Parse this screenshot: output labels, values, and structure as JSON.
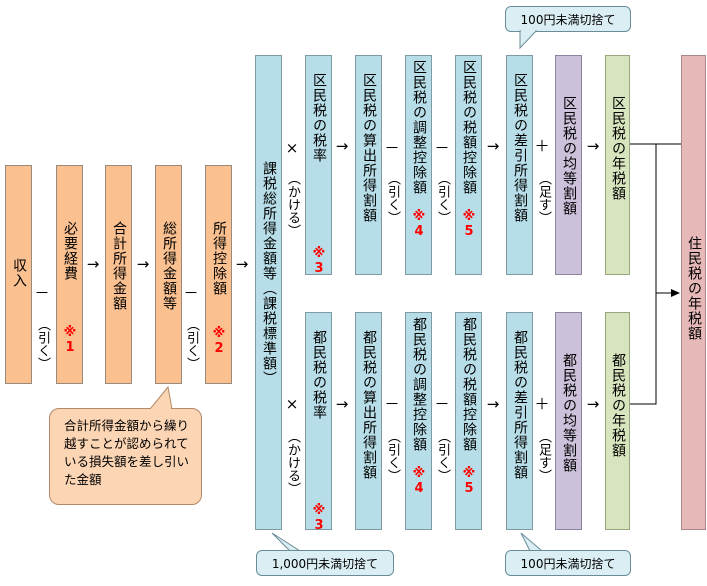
{
  "boxes": {
    "income": "収入",
    "expenses": "必要経費",
    "total_income": "合計所得金額",
    "gross_income": "総所得金額等",
    "deductions": "所得控除額",
    "taxable": "課税総所得金額等（課税標準額）",
    "ward_rate": "区民税の税率",
    "ward_calc": "区民税の算出所得割額",
    "ward_adjust": "区民税の調整控除額",
    "ward_credit": "区民税の税額控除額",
    "ward_net": "区民税の差引所得割額",
    "ward_flat": "区民税の均等割額",
    "ward_annual": "区民税の年税額",
    "metro_rate": "都民税の税率",
    "metro_calc": "都民税の算出所得割額",
    "metro_adjust": "都民税の調整控除額",
    "metro_credit": "都民税の税額控除額",
    "metro_net": "都民税の差引所得割額",
    "metro_flat": "都民税の均等割額",
    "metro_annual": "都民税の年税額",
    "resident_annual": "住民税の年税額"
  },
  "notes": {
    "n1": "※1",
    "n2": "※2",
    "n3": "※3",
    "n4": "※4",
    "n5": "※5"
  },
  "operators": {
    "minus": "－",
    "times": "×",
    "plus": "＋",
    "arrow": "→"
  },
  "labels": {
    "subtract": "（引く）",
    "multiply": "（かける）",
    "add": "（足す）"
  },
  "callouts": {
    "round100_top": "100円未満切捨て",
    "round1000": "1,000円未満切捨て",
    "round100_bottom": "100円未満切捨て"
  },
  "bubble": "合計所得金額から繰り越すことが認められている損失額を差し引いた金額",
  "colors": {
    "orange": "#fac090",
    "blue": "#b7dee8",
    "purple": "#ccc1da",
    "green": "#d7e4bd",
    "pink": "#e6b9b8",
    "note_red": "#ff0000"
  }
}
